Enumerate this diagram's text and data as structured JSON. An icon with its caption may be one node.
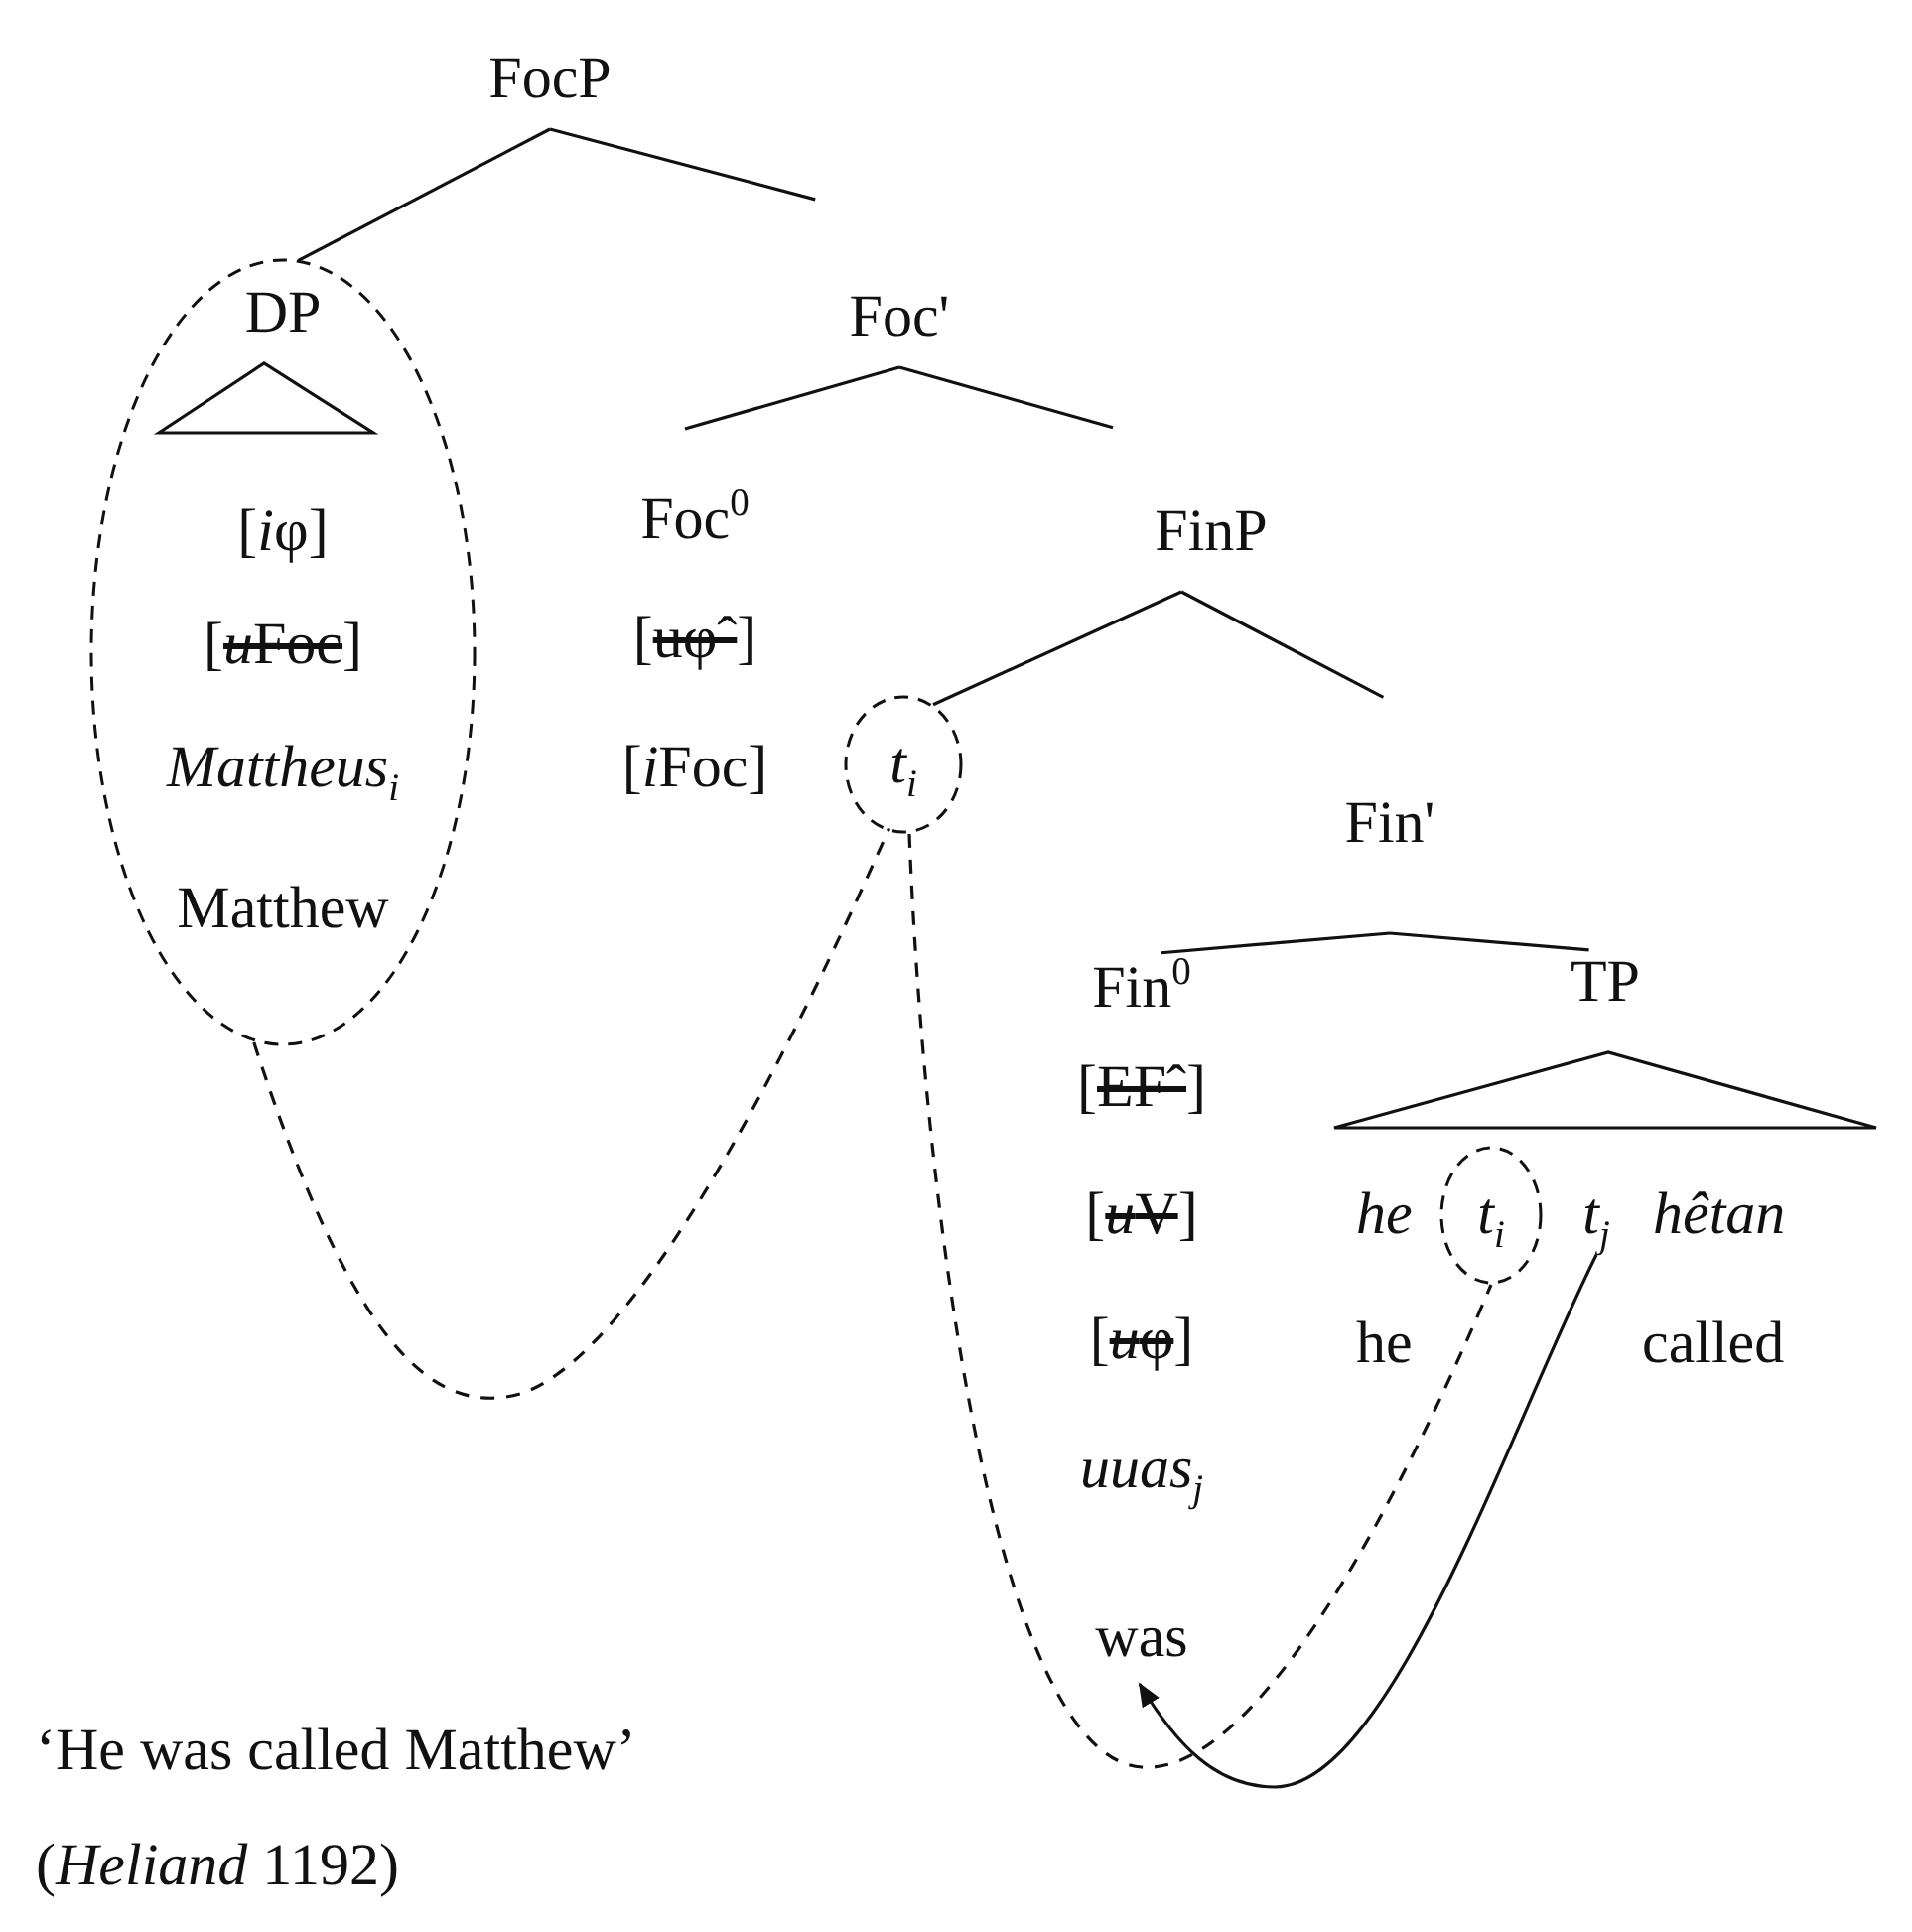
{
  "diagram": {
    "nodes": [
      {
        "text": [
          "FocP"
        ]
      },
      {
        "text": [
          "DP",
          "[iφ]",
          "[uFoc]",
          "*Mattheus*$_{i}$",
          "Matthew"
        ]
      },
      {
        "text": [
          "Foc'"
        ]
      },
      {
        "text": [
          "Foc$^{0}$",
          "[uφˆ]",
          "[iFoc]"
        ]
      },
      {
        "text": [
          "FinP"
        ]
      },
      {
        "text": [
          "*t*$_{i}$"
        ]
      },
      {
        "text": [
          "Fin'"
        ]
      },
      {
        "text": [
          "Fin$^{0}$",
          "[EFˆ]",
          "[uV]",
          "[uφ]",
          "*uuas*$_{j}$",
          "was"
        ]
      },
      {
        "text": [
          "TP"
        ]
      },
      {
        "text": [
          "*t*$_{i}$"
        ]
      },
      {
        "text": [
          "*t*$_{j}$"
        ]
      }
    ],
    "edges": [
      {
        "from": 0,
        "to": 1,
        "arrow": "none"
      },
      {
        "from": 0,
        "to": 2,
        "arrow": "none"
      },
      {
        "from": 2,
        "to": 3,
        "arrow": "none"
      },
      {
        "from": 2,
        "to": 4,
        "arrow": "none"
      },
      {
        "from": 4,
        "to": 5,
        "arrow": "none"
      },
      {
        "from": 4,
        "to": 6,
        "arrow": "none"
      },
      {
        "from": 6,
        "to": 7,
        "arrow": "none"
      },
      {
        "from": 6,
        "to": 8,
        "arrow": "none"
      },
      {
        "from": 1,
        "to": 5,
        "arrow": "none",
        "style": "dashed"
      },
      {
        "from": 5,
        "to": 9,
        "arrow": "none",
        "style": "dashed"
      },
      {
        "from": 10,
        "to": 7,
        "arrow": "to"
      }
    ],
    "labels": [
      "he",
      "hêtan",
      "he",
      "called",
      "‘He was called Matthew’",
      "(*Heliand* 1192)"
    ]
  }
}
